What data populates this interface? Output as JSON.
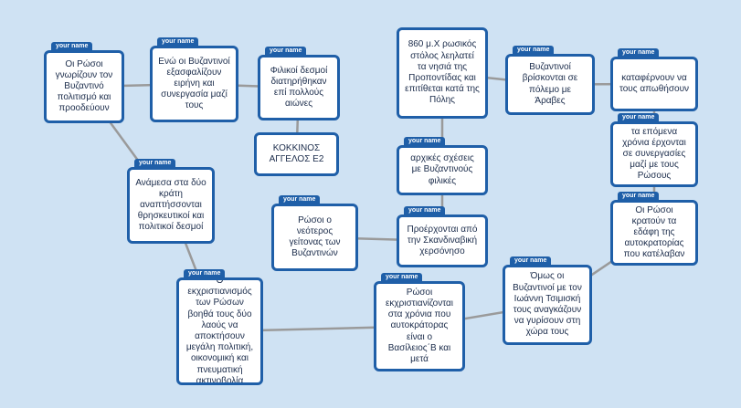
{
  "diagram": {
    "tag_label": "your name",
    "colors": {
      "background": "#cfe2f3",
      "node_border": "#1f5fa8",
      "tag": "#1f5fa8",
      "edge": "#9a9a9a",
      "text": "#1a2b4a"
    },
    "nodes": [
      {
        "id": "n1",
        "text": "Οι Ρώσοι γνωρίζουν τον Βυζαντινό πολιτισμό και προοδεύουν",
        "tag": true
      },
      {
        "id": "n2",
        "text": "Ενώ οι Βυζαντινοί εξασφαλίζουν ειρήνη και συνεργασία μαζί τους",
        "tag": true
      },
      {
        "id": "n3",
        "text": "Φιλικοί δεσμοί διατηρήθηκαν επί πολλούς αιώνες",
        "tag": true
      },
      {
        "id": "n4",
        "text": "ΚΟΚΚΙΝΟΣ ΑΓΓΕΛΟΣ Ε2",
        "tag": false
      },
      {
        "id": "n5",
        "text": "860 μ.Χ ρωσικός στόλος λεηλατεί τα νησιά της Προποντίδας και επιτίθεται κατά της Πόλης",
        "tag": false
      },
      {
        "id": "n6",
        "text": "Βυζαντινοί βρίσκονται σε πόλεμο με Άραβες",
        "tag": true
      },
      {
        "id": "n7",
        "text": "καταφέρνουν να τους απωθήσουν",
        "tag": true
      },
      {
        "id": "n8",
        "text": "τα επόμενα χρόνια έρχονται σε συνεργασίες μαζί με τους Ρώσους",
        "tag": true
      },
      {
        "id": "n9",
        "text": "Ανάμεσα στα δύο κράτη αναπτήσσονται θρησκευτικοί και πολιτικοί δεσμοί",
        "tag": true
      },
      {
        "id": "n10",
        "text": "αρχικές σχέσεις με Βυζαντινούς φιλικές",
        "tag": true
      },
      {
        "id": "n11",
        "text": "Ρώσοι ο νεότερος γείτονας των Βυζαντινών",
        "tag": true
      },
      {
        "id": "n12",
        "text": "Προέρχονται από την Σκανδιναβική χερσόνησο",
        "tag": true
      },
      {
        "id": "n13",
        "text": "Οι Ρώσοι κρατούν τα εδάφη της αυτοκρατορίας που κατέλαβαν",
        "tag": true
      },
      {
        "id": "n14",
        "text": "Ο εκχριστιανισμός των Ρώσων βοηθά τους δύο λαούς να αποκτήσουν μεγάλη πολιτική, οικονομική και πνευματική ακτινοβολία",
        "tag": true
      },
      {
        "id": "n15",
        "text": "Ρώσοι εκχριστιανίζονται στα χρόνια που αυτοκράτορας είναι ο Βασίλειος΄Β και μετά",
        "tag": true
      },
      {
        "id": "n16",
        "text": "Όμως οι Βυζαντινοί με τον Ιωάννη Τσιμισκή τους αναγκάζουν να γυρίσουν στη χώρα τους",
        "tag": true
      }
    ],
    "edges": [
      [
        "n1",
        "n2"
      ],
      [
        "n2",
        "n3"
      ],
      [
        "n3",
        "n4"
      ],
      [
        "n1",
        "n9"
      ],
      [
        "n9",
        "n14"
      ],
      [
        "n14",
        "n15"
      ],
      [
        "n15",
        "n16"
      ],
      [
        "n16",
        "n13"
      ],
      [
        "n13",
        "n8"
      ],
      [
        "n8",
        "n7"
      ],
      [
        "n7",
        "n6"
      ],
      [
        "n6",
        "n5"
      ],
      [
        "n5",
        "n10"
      ],
      [
        "n10",
        "n12"
      ],
      [
        "n11",
        "n12"
      ]
    ]
  }
}
